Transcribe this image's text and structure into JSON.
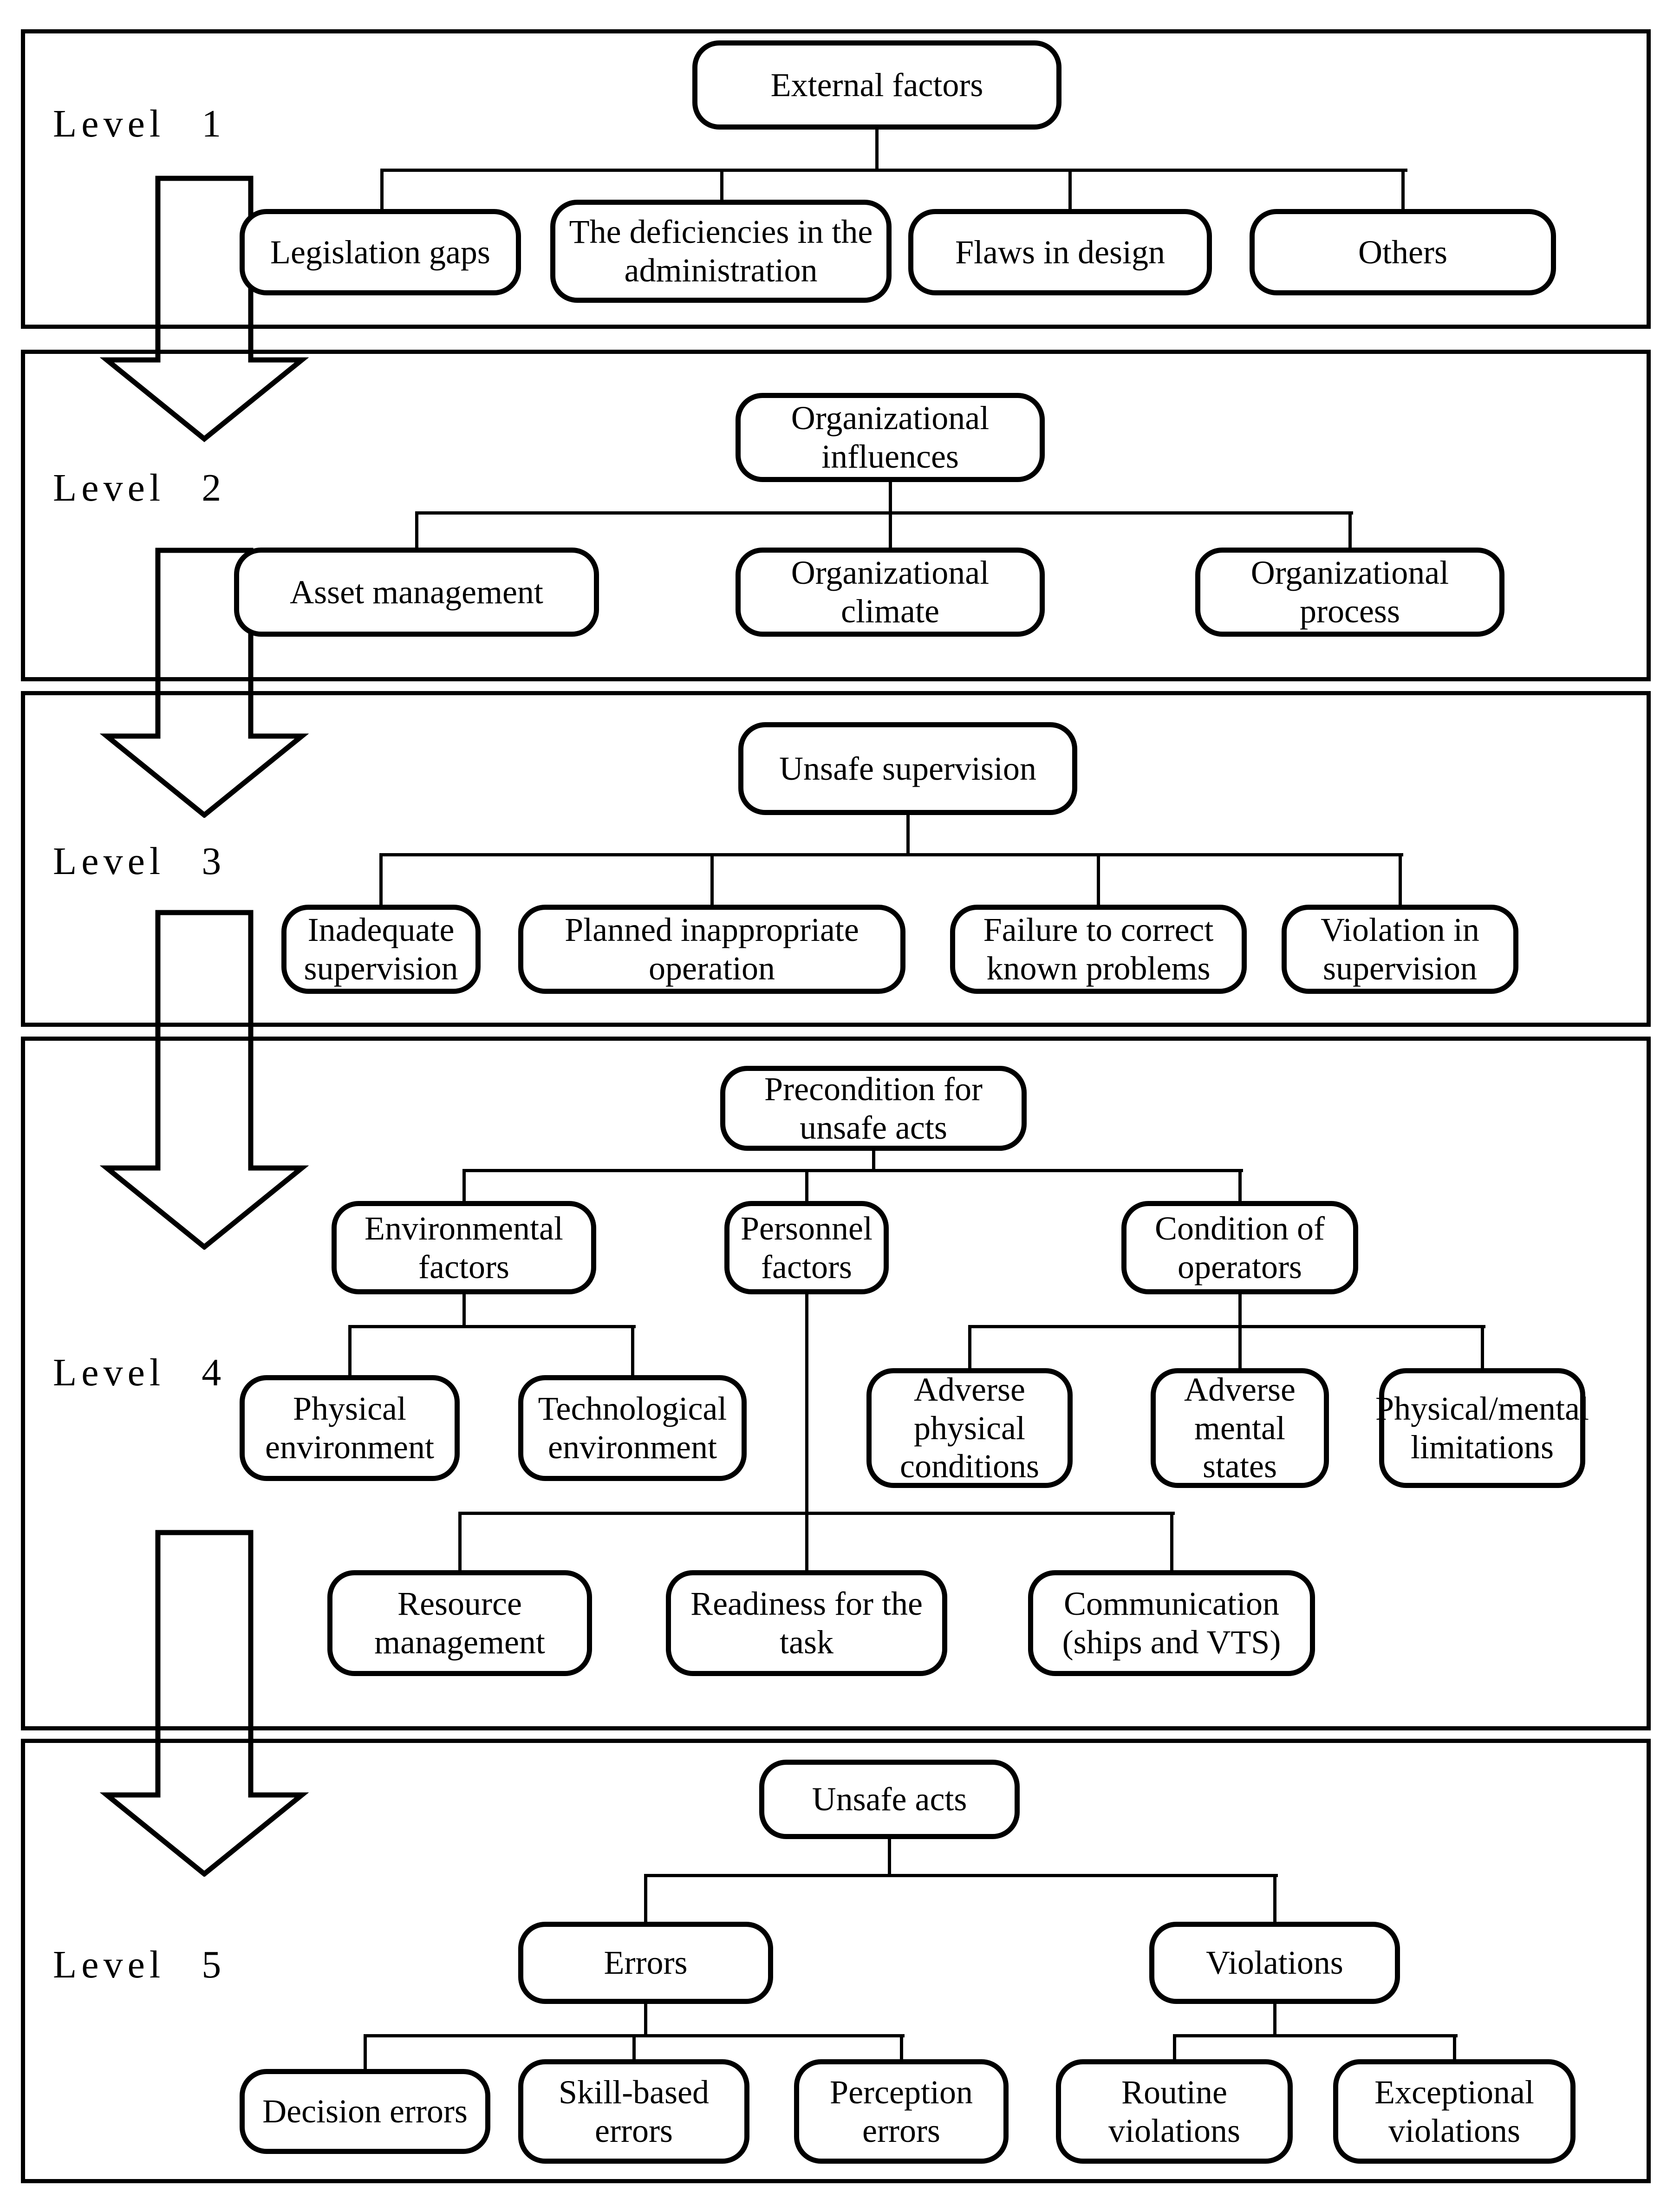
{
  "colors": {
    "ink": "#000000",
    "background": "#ffffff"
  },
  "diagram": {
    "levels": [
      {
        "label": "Level 1",
        "header": "External factors",
        "children": [
          "Legislation gaps",
          "The deficiencies in the administration",
          "Flaws in design",
          "Others"
        ]
      },
      {
        "label": "Level 2",
        "header": "Organizational influences",
        "children": [
          "Asset management",
          "Organizational climate",
          "Organizational process"
        ]
      },
      {
        "label": "Level 3",
        "header": "Unsafe supervision",
        "children": [
          "Inadequate supervision",
          "Planned inappropriate operation",
          "Failure to correct known problems",
          "Violation in supervision"
        ]
      },
      {
        "label": "Level 4",
        "header": "Precondition for unsafe acts",
        "groups": [
          {
            "label": "Environmental factors",
            "children": [
              "Physical environment",
              "Technological environment"
            ]
          },
          {
            "label": "Personnel factors",
            "children": [
              "Resource management",
              "Readiness for the task",
              "Communication (ships and VTS)"
            ]
          },
          {
            "label": "Condition of operators",
            "children": [
              "Adverse physical conditions",
              "Adverse mental states",
              "Physical/mental limitations"
            ]
          }
        ]
      },
      {
        "label": "Level 5",
        "header": "Unsafe acts",
        "groups": [
          {
            "label": "Errors",
            "children": [
              "Decision errors",
              "Skill-based errors",
              "Perception errors"
            ]
          },
          {
            "label": "Violations",
            "children": [
              "Routine violations",
              "Exceptional violations"
            ]
          }
        ]
      }
    ]
  }
}
